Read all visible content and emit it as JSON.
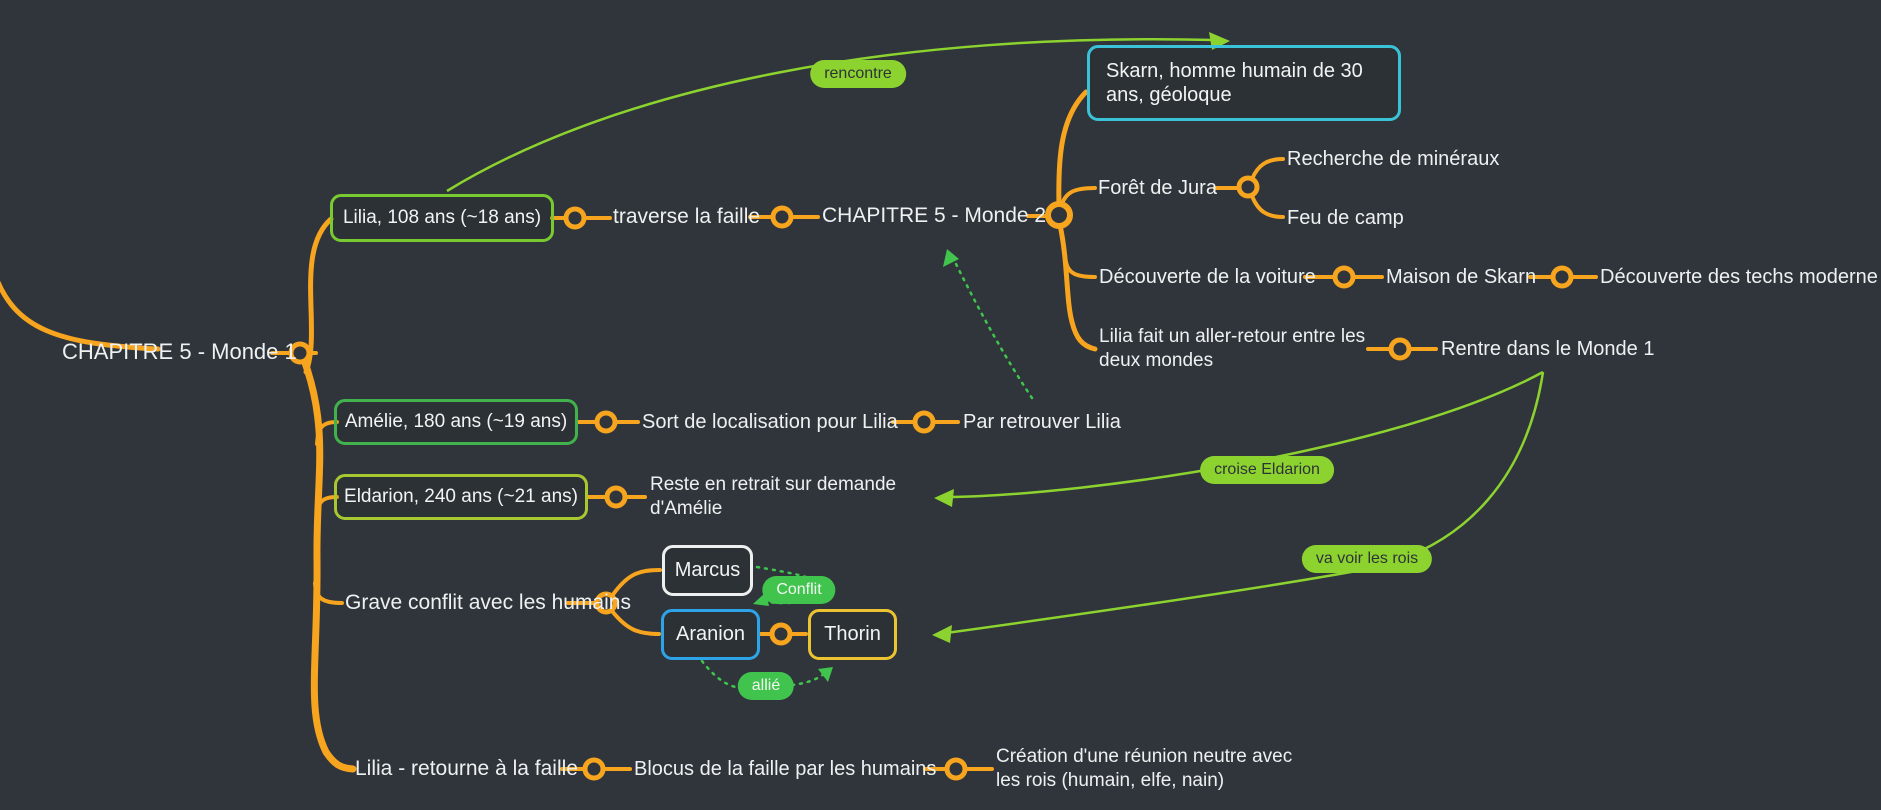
{
  "app": {
    "kind": "mind-map"
  },
  "colors": {
    "background": "#2f353a",
    "branch_orange": "#f7a41f",
    "relation_lime": "#8dd32f",
    "relation_green": "#40c44e",
    "text": "#eef1f2",
    "box_lilia": "#79ca30",
    "box_amelie": "#42b24c",
    "box_eldarion": "#a8c832",
    "box_skarn": "#3ac3d8",
    "box_marcus": "#eef0f0",
    "box_aranion": "#2da3e8",
    "box_thorin": "#ecc431"
  },
  "nodes": {
    "root": {
      "label": "CHAPITRE 5 - Monde 1"
    },
    "lilia": {
      "label": "Lilia, 108 ans (~18 ans)"
    },
    "traverse": {
      "label": "traverse la faille"
    },
    "monde2": {
      "label": "CHAPITRE 5 - Monde 2"
    },
    "skarn": {
      "label": "Skarn, homme humain de 30 ans, géoloque"
    },
    "foret": {
      "label": "Forêt de Jura"
    },
    "recherche": {
      "label": "Recherche de minéraux"
    },
    "feu": {
      "label": "Feu de camp"
    },
    "voiture": {
      "label": "Découverte de la voiture"
    },
    "maison": {
      "label": "Maison de Skarn"
    },
    "techs": {
      "label": "Découverte des techs moderne"
    },
    "aller_retour": {
      "label": "Lilia fait un aller-retour entre les deux mondes"
    },
    "rentre": {
      "label": "Rentre dans le Monde 1"
    },
    "amelie": {
      "label": "Amélie, 180 ans (~19 ans)"
    },
    "sort": {
      "label": "Sort de localisation pour Lilia"
    },
    "par_retrouver": {
      "label": "Par retrouver Lilia"
    },
    "eldarion": {
      "label": "Eldarion, 240 ans (~21 ans)"
    },
    "reste": {
      "label": "Reste en retrait sur demande d'Amélie"
    },
    "grave": {
      "label": "Grave conflit avec les humains"
    },
    "marcus": {
      "label": "Marcus"
    },
    "aranion": {
      "label": "Aranion"
    },
    "thorin": {
      "label": "Thorin"
    },
    "retourne": {
      "label": "Lilia - retourne à la faille"
    },
    "blocus": {
      "label": "Blocus de la faille par les humains"
    },
    "creation": {
      "label": "Création d'une réunion neutre avec les rois (humain, elfe, nain)"
    }
  },
  "relationships": {
    "rencontre": {
      "label": "rencontre"
    },
    "croise": {
      "label": "croise Eldarion"
    },
    "va_voir": {
      "label": "va voir les rois"
    },
    "conflit": {
      "label": "Conflit"
    },
    "allie": {
      "label": "allié"
    }
  }
}
